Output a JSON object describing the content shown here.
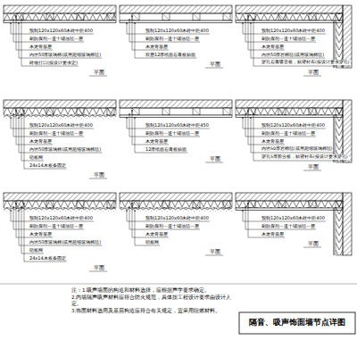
{
  "diagram": {
    "title": "隔音、吸声饰面墙节点详图",
    "labels": [
      "预制120x120x60木砖中距400",
      "刷防腐剂一道十铺油毡一层",
      "木龙骨基层",
      "内填50厚玻璃棉(或用超细玻璃棉毡)",
      "砖墙打口(按设计要求定)",
      "平面",
      "预制120x120x60木砖中距400",
      "刷防腐剂一道十铺油毡一层",
      "木龙骨基层",
      "双层12厚纸面石膏板贴面",
      "平面",
      "预制120x120x60木砖中距400",
      "刷防腐剂一道十铺油毡一层",
      "木龙骨基层",
      "内填50厚岩棉毡(或用玻璃棉毡)",
      "穿孔石膏吸音板，贴背衬布(按设计要求穿孔)",
      "平面",
      "预制120x120x60木砖中距400",
      "刷防腐剂一道十铺油毡一层",
      "木龙骨基层",
      "内填50厚玻璃棉(或用超细玻璃棉毡)",
      "铝板网",
      "24x14木板条固定",
      "平面",
      "预制120x120x60木砖中距450",
      "刷防腐剂一道十铺油毡一层",
      "木龙骨基层",
      "12厚纸面石膏板贴面",
      "平面",
      "预制120x120x60木砖中距400",
      "刷防腐剂一道十铺油毡一层",
      "木龙骨基层",
      "内填50厚岩棉毡(或用超细玻璃棉毡)",
      "穿孔5厚胶合板，贴背衬布(按设计要求穿孔)",
      "平面",
      "预制120x120x60木砖中距400",
      "刷防腐剂一道十铺油毡一层",
      "木龙骨基层",
      "内填50厚玻璃棉(或用超细玻璃棉毡)",
      "铝板网",
      "24x14木板条固定",
      "平面",
      "预制120x120x60木砖中距400",
      "刷防腐剂一道十铺油毡一层",
      "木龙骨基层",
      "铝板网",
      "平面",
      "预制120x120x60木砖中距400",
      "刷防腐剂一道十铺油毡一层",
      "木龙骨基层",
      "平面",
      "注：1.吸声墙面的构造和材料选择，应根据声学要求确定。",
      "2.内墙隔声吸声材料应符合防火规范，具体按工程设计要求由设计人定。",
      "3.饰面材料选用及基层构造应符合有关规定，宜采用阻燃材料。"
    ]
  }
}
